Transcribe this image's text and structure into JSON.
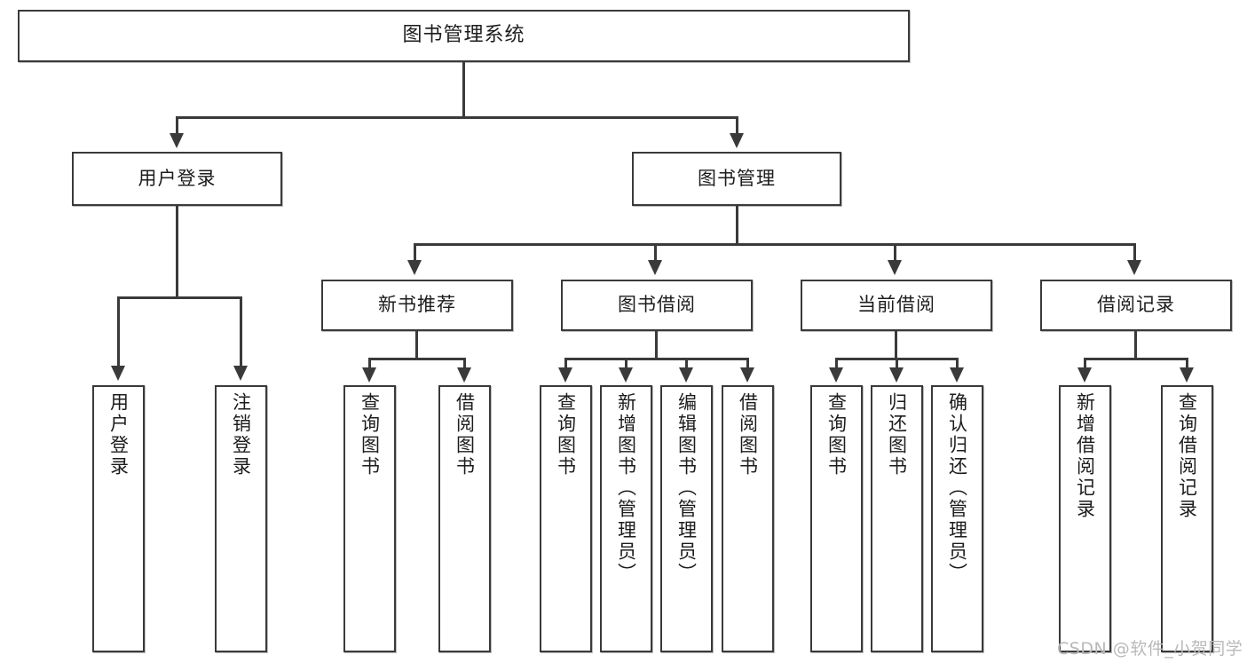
{
  "diagram": {
    "title": "图书管理系统",
    "type": "tree-hierarchy-diagram",
    "watermark": "CSDN @软件_小贺同学",
    "accent_color": "#3a3a3a",
    "background_color": "#ffffff"
  },
  "nodes": {
    "root": {
      "label": "图书管理系统"
    },
    "level2": [
      {
        "label": "用户登录"
      },
      {
        "label": "图书管理"
      }
    ],
    "level3": [
      {
        "label": "新书推荐"
      },
      {
        "label": "图书借阅"
      },
      {
        "label": "当前借阅"
      },
      {
        "label": "借阅记录"
      }
    ],
    "leaves_user_login": [
      {
        "label": "用户登录"
      },
      {
        "label": "注销登录"
      }
    ],
    "leaves_new_book": [
      {
        "label": "查询图书"
      },
      {
        "label": "借阅图书"
      }
    ],
    "leaves_borrow": [
      {
        "label": "查询图书"
      },
      {
        "label": "新增图书（管理员）"
      },
      {
        "label": "编辑图书（管理员）"
      },
      {
        "label": "借阅图书"
      }
    ],
    "leaves_current": [
      {
        "label": "查询图书"
      },
      {
        "label": "归还图书"
      },
      {
        "label": "确认归还（管理员）"
      }
    ],
    "leaves_records": [
      {
        "label": "新增借阅记录"
      },
      {
        "label": "查询借阅记录"
      }
    ]
  }
}
